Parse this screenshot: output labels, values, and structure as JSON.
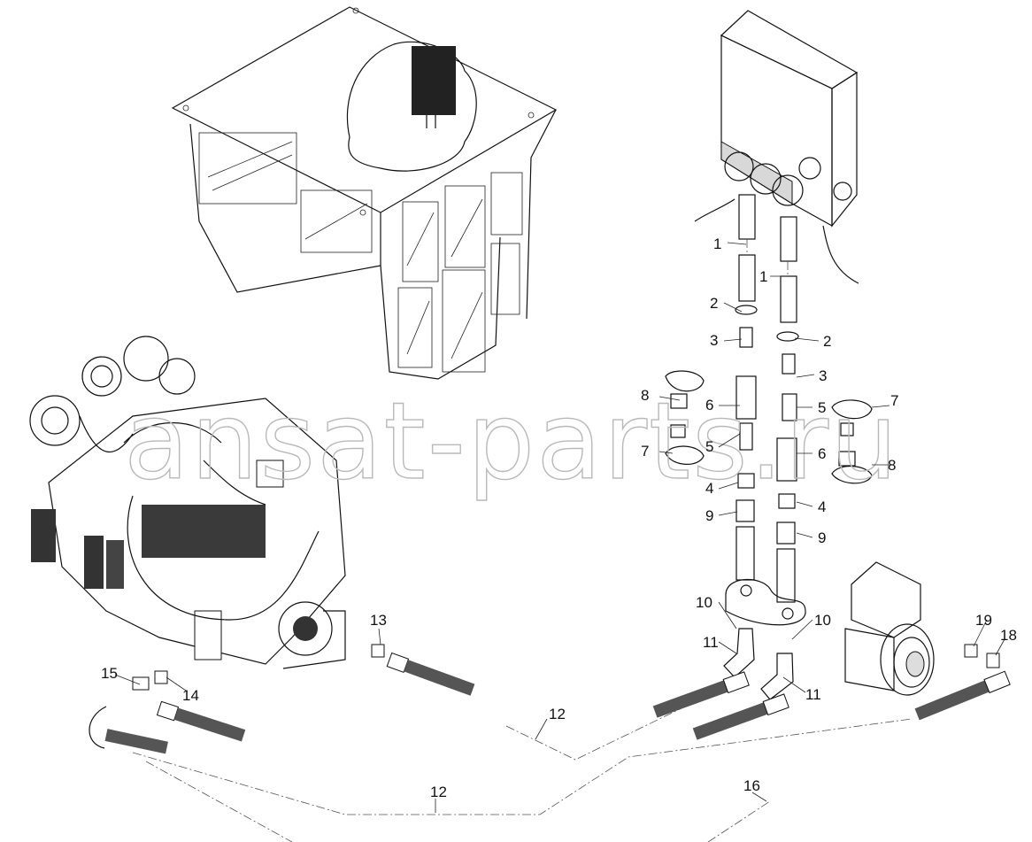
{
  "watermark": "ansat-parts.ru",
  "callouts": {
    "c1a": "1",
    "c1b": "1",
    "c2a": "2",
    "c2b": "2",
    "c3a": "3",
    "c3b": "3",
    "c4a": "4",
    "c4b": "4",
    "c5a": "5",
    "c5b": "5",
    "c6a": "6",
    "c6b": "6",
    "c7a": "7",
    "c7b": "7",
    "c8a": "8",
    "c8b": "8",
    "c9a": "9",
    "c9b": "9",
    "c10a": "10",
    "c10b": "10",
    "c11a": "11",
    "c11b": "11",
    "c12a": "12",
    "c12b": "12",
    "c13": "13",
    "c14": "14",
    "c15": "15",
    "c16": "16",
    "c18": "18",
    "c19": "19"
  }
}
